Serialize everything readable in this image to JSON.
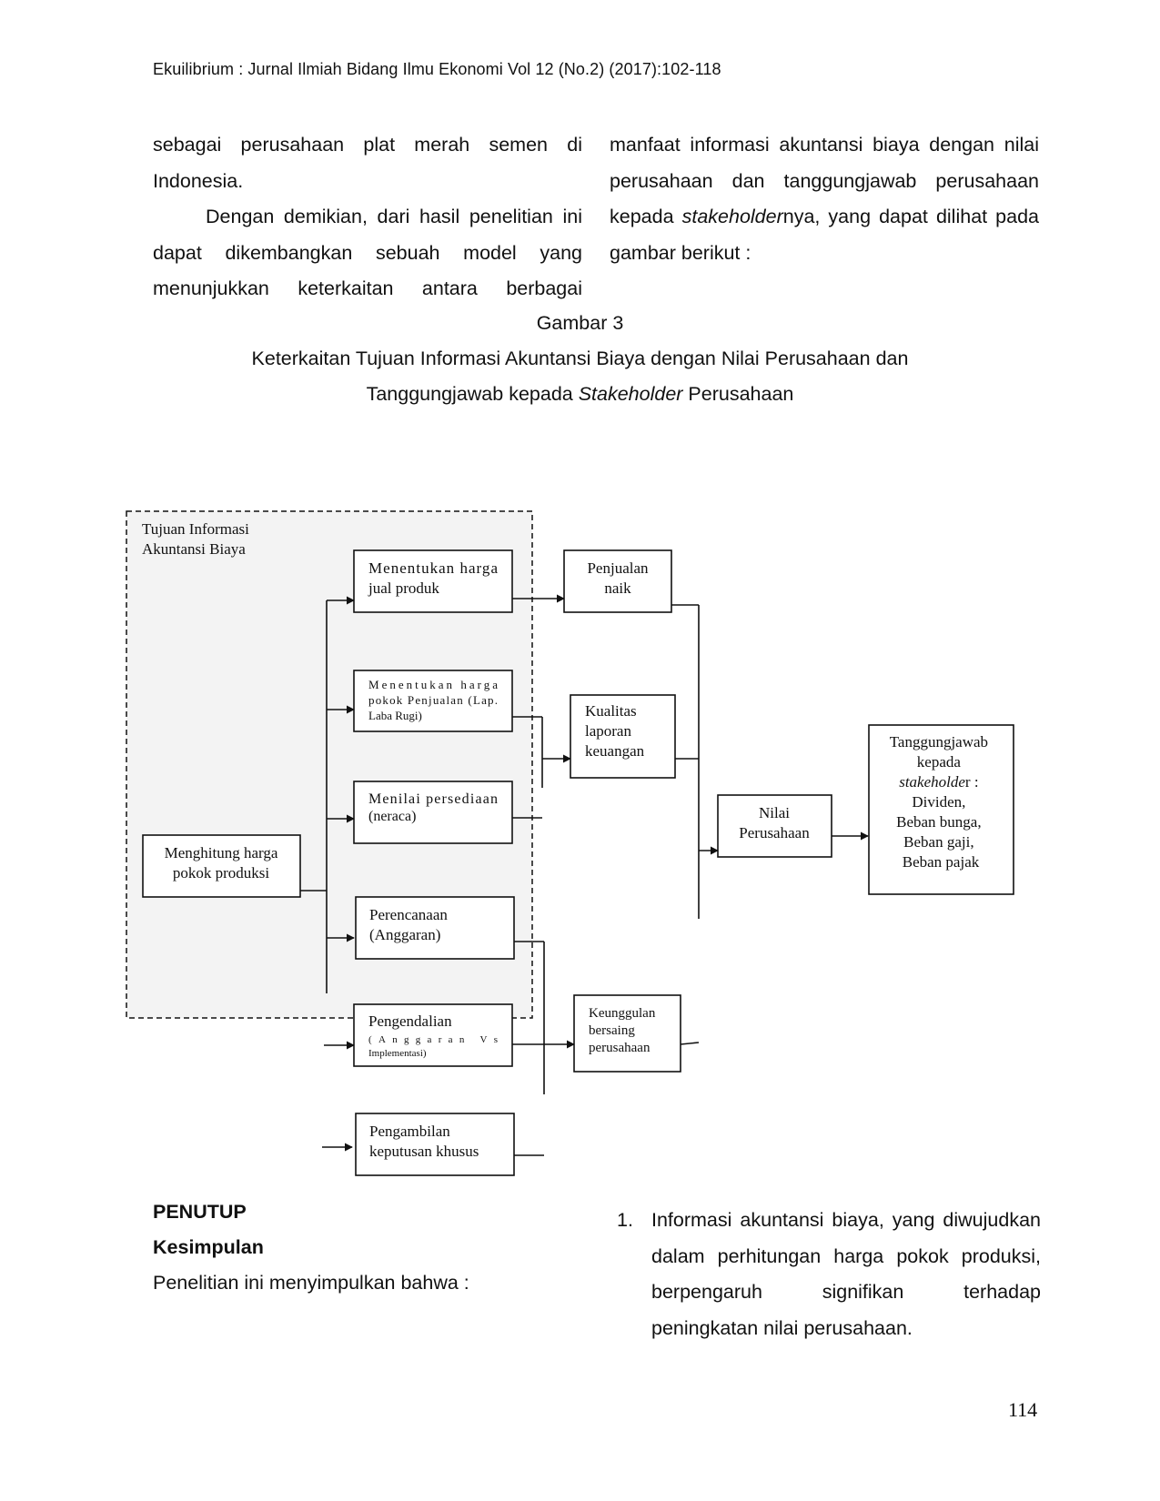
{
  "header": {
    "running_title": "Ekuilibrium : Jurnal Ilmiah Bidang Ilmu Ekonomi Vol 12 (No.2) (2017):102-118"
  },
  "left_column": {
    "p1": "sebagai perusahaan plat merah semen di Indonesia.",
    "p2": "Dengan demikian, dari hasil penelitian ini dapat dikembangkan sebuah model yang menunjukkan keterkaitan antara berbagai"
  },
  "right_column": {
    "p1_a": "manfaat informasi akuntansi biaya dengan nilai perusahaan dan tanggungjawab perusahaan kepada ",
    "p1_italic": "stakeholder",
    "p1_b": "nya, yang dapat dilihat pada gambar berikut :"
  },
  "figure": {
    "label": "Gambar 3",
    "title_line1": "Keterkaitan Tujuan Informasi Akuntansi Biaya dengan Nilai Perusahaan dan",
    "title_line2_a": "Tanggungjawab kepada ",
    "title_line2_italic": "Stakeholder",
    "title_line2_b": " Perusahaan"
  },
  "diagram": {
    "group_label": [
      "Tujuan Informasi",
      "Akuntansi Biaya"
    ],
    "hitung": [
      "Menghitung harga",
      "pokok produksi"
    ],
    "harga_jual": [
      "Menentukan harga",
      "jual produk"
    ],
    "hpp_penjualan": [
      "Menentukan harga",
      "pokok Penjualan (Lap.",
      "Laba Rugi)"
    ],
    "persediaan": [
      "Menilai persediaan",
      "(neraca)"
    ],
    "perencanaan": [
      "Perencanaan",
      "(Anggaran)"
    ],
    "pengendalian": [
      "Pengendalian",
      "(Anggaran Vs",
      "Implementasi)"
    ],
    "pengambilan": [
      "Pengambilan",
      "keputusan khusus"
    ],
    "penjualan_naik": [
      "Penjualan",
      "naik"
    ],
    "kualitas": [
      "Kualitas",
      "laporan",
      "keuangan"
    ],
    "keunggulan": [
      "Keunggulan",
      "bersaing",
      "perusahaan"
    ],
    "nilai": [
      "Nilai",
      "Perusahaan"
    ],
    "tanggung": {
      "l1": "Tanggungjawab",
      "l2": "kepada",
      "l3_italic": "stakeholde",
      "l3_rest": "r :",
      "l4": "Dividen,",
      "l5": "Beban bunga,",
      "l6": "Beban gaji,",
      "l7": "Beban pajak"
    }
  },
  "conclusion": {
    "heading": "PENUTUP",
    "subheading": "Kesimpulan",
    "intro": "Penelitian ini menyimpulkan bahwa :",
    "items": [
      {
        "number": "1.",
        "text": "Informasi akuntansi biaya, yang diwujudkan dalam perhitungan harga pokok produksi, berpengaruh signifikan terhadap peningkatan nilai perusahaan."
      }
    ]
  },
  "page_number": "114"
}
